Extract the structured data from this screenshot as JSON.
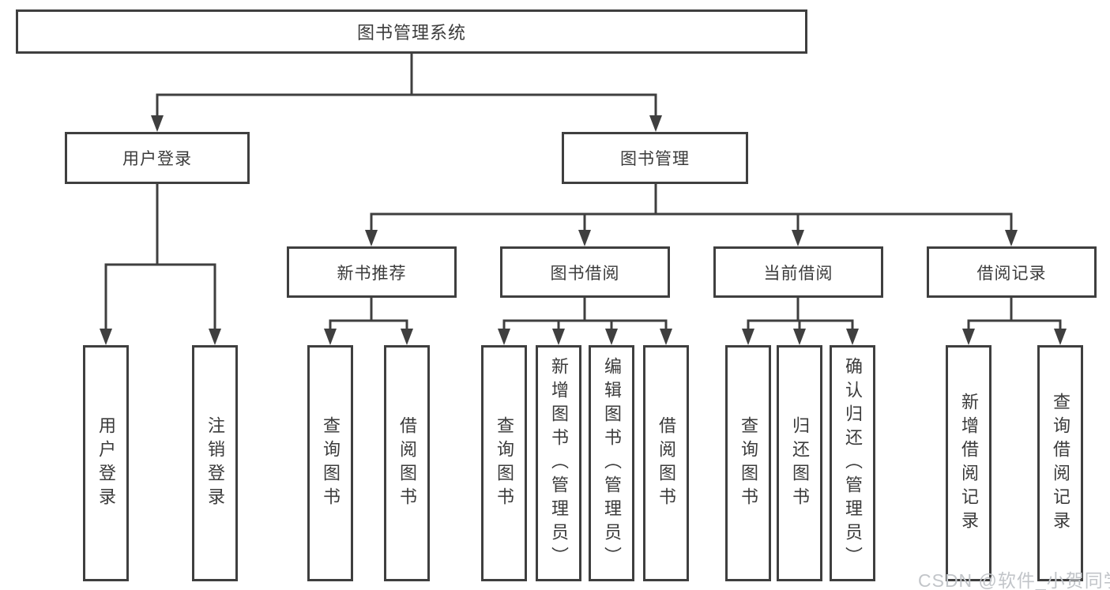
{
  "diagram": {
    "root": {
      "label": "图书管理系统"
    },
    "level2": [
      {
        "label": "用户登录"
      },
      {
        "label": "图书管理"
      }
    ],
    "level3": [
      {
        "label": "新书推荐"
      },
      {
        "label": "图书借阅"
      },
      {
        "label": "当前借阅"
      },
      {
        "label": "借阅记录"
      }
    ],
    "leaves": {
      "user_login": [
        "用户登录",
        "注销登录"
      ],
      "new_book_recommend": [
        "查询图书",
        "借阅图书"
      ],
      "book_borrow": [
        "查询图书",
        "新增图书（管理员）",
        "编辑图书（管理员）",
        "借阅图书"
      ],
      "current_borrow": [
        "查询图书",
        "归还图书",
        "确认归还（管理员）"
      ],
      "borrow_records": [
        "新增借阅记录",
        "查询借阅记录"
      ]
    },
    "watermark": "CSDN @软件_小贺同学",
    "colors": {
      "line": "#3f3f3f",
      "text": "#3b3b3b",
      "watermark": "#c2c5c9",
      "background": "#ffffff"
    }
  }
}
